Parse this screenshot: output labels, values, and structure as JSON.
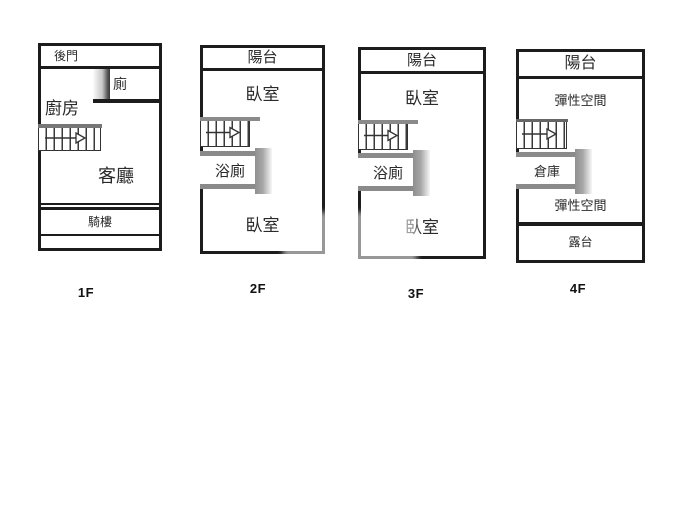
{
  "floors": [
    {
      "name": "1F",
      "rooms": {
        "back_door": "後門",
        "toilet": "廁",
        "kitchen": "廚房",
        "living_room": "客廳",
        "arcade": "騎樓"
      }
    },
    {
      "name": "2F",
      "rooms": {
        "balcony": "陽台",
        "bedroom_upper": "臥室",
        "bathroom": "浴廁",
        "bedroom_lower": "臥室"
      }
    },
    {
      "name": "3F",
      "rooms": {
        "balcony": "陽台",
        "bedroom_upper": "臥室",
        "bathroom": "浴廁",
        "bedroom_lower": "臥室"
      }
    },
    {
      "name": "4F",
      "rooms": {
        "balcony": "陽台",
        "flex_space_upper": "彈性空間",
        "storage": "倉庫",
        "flex_space_lower": "彈性空間",
        "terrace": "露台"
      }
    }
  ],
  "colors": {
    "wall": "#1c1c1c",
    "shadow_bar": "#8a8a8a",
    "background": "#ffffff",
    "text": "#2a2a2a"
  }
}
